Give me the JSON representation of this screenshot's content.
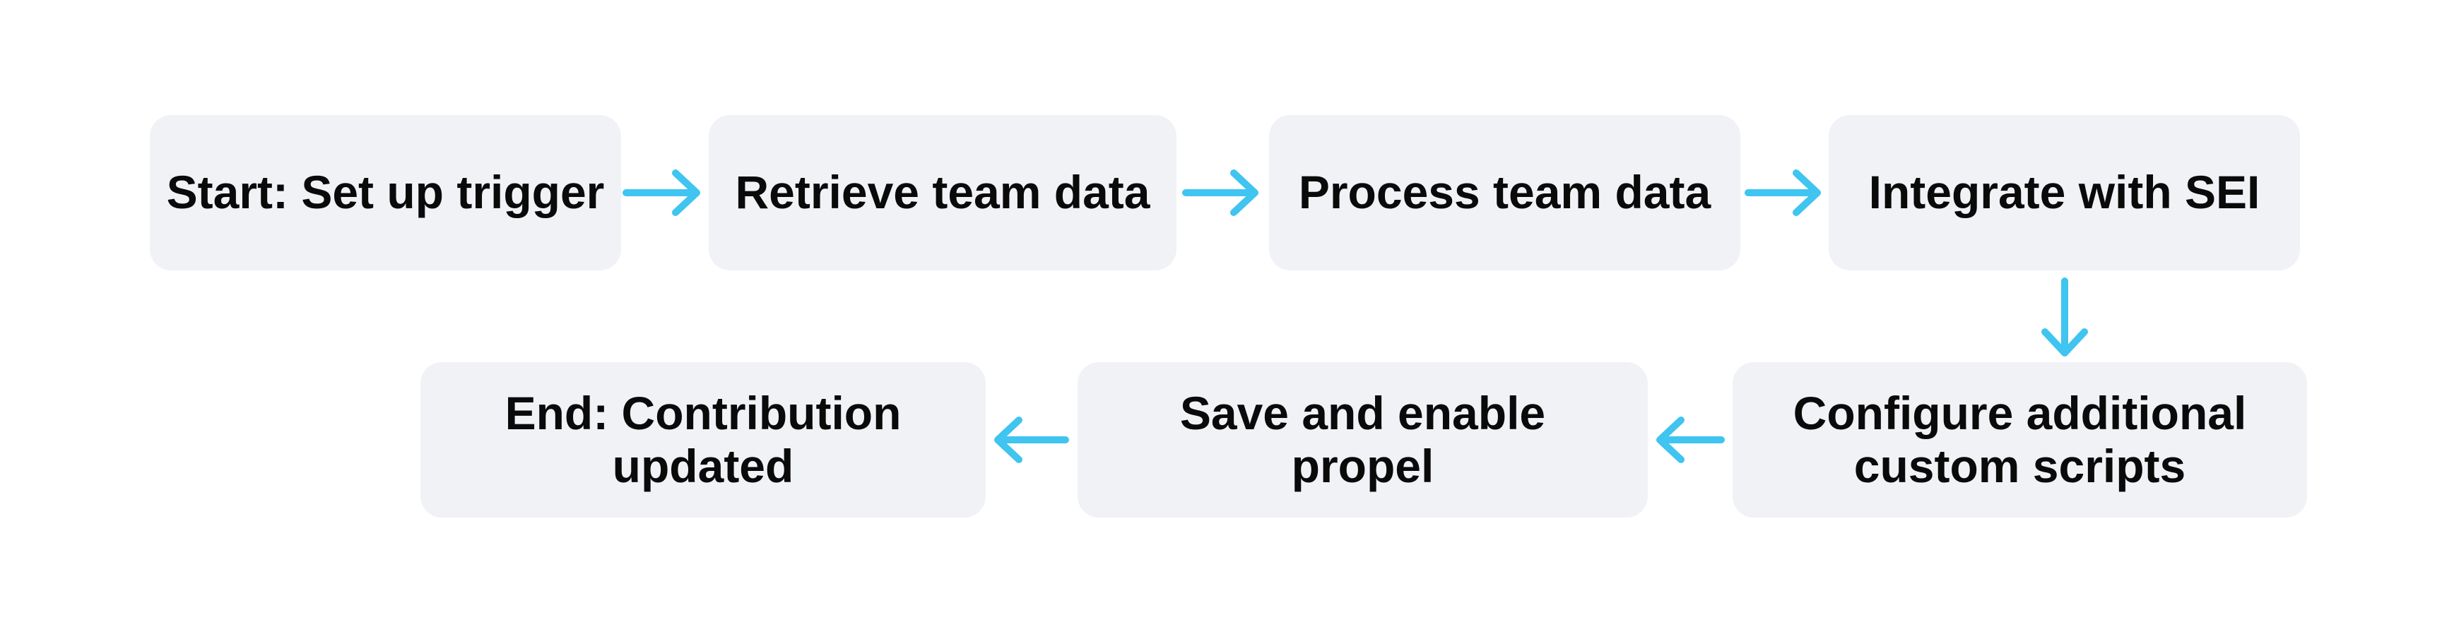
{
  "diagram": {
    "type": "flowchart",
    "colors": {
      "background": "#ffffff",
      "node_fill": "#f1f2f6",
      "node_text": "#0a0a0b",
      "arrow": "#40c4f0"
    },
    "nodes": [
      {
        "id": "start",
        "lines": [
          "Start: Set up trigger"
        ]
      },
      {
        "id": "retrieve",
        "lines": [
          "Retrieve team data"
        ]
      },
      {
        "id": "process",
        "lines": [
          "Process team data"
        ]
      },
      {
        "id": "integrate",
        "lines": [
          "Integrate with SEI"
        ]
      },
      {
        "id": "configure",
        "lines": [
          "Configure additional",
          "custom scripts"
        ]
      },
      {
        "id": "save",
        "lines": [
          "Save and enable",
          "propel"
        ]
      },
      {
        "id": "end",
        "lines": [
          "End: Contribution",
          "updated"
        ]
      }
    ],
    "edges": [
      {
        "from": "start",
        "to": "retrieve",
        "direction": "right"
      },
      {
        "from": "retrieve",
        "to": "process",
        "direction": "right"
      },
      {
        "from": "process",
        "to": "integrate",
        "direction": "right"
      },
      {
        "from": "integrate",
        "to": "configure",
        "direction": "down"
      },
      {
        "from": "configure",
        "to": "save",
        "direction": "left"
      },
      {
        "from": "save",
        "to": "end",
        "direction": "left"
      }
    ]
  }
}
